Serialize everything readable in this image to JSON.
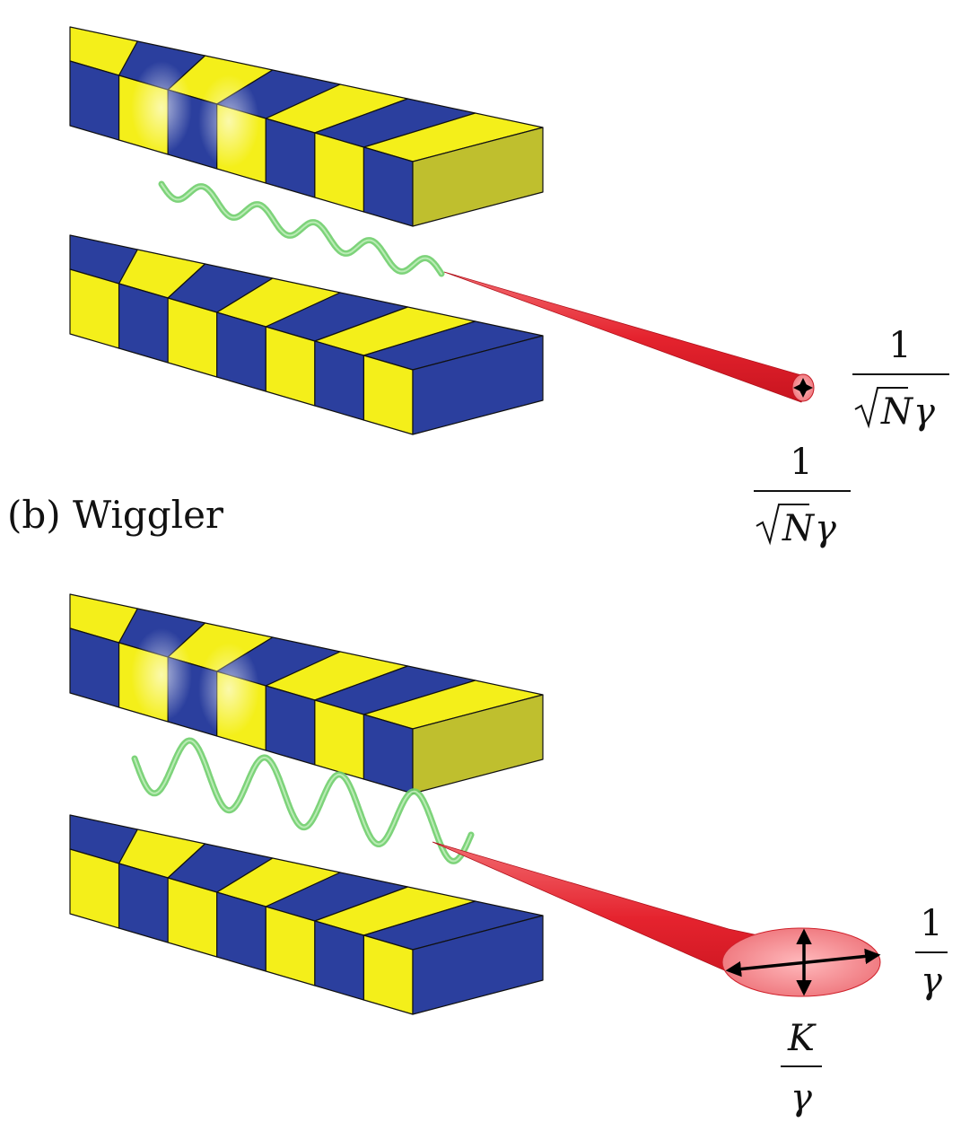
{
  "section_b_label": "(b) Wiggler",
  "undulator": {
    "width_label": {
      "num": "1",
      "radicand": "N",
      "gamma": "γ"
    },
    "height_label": {
      "num": "1",
      "radicand": "N",
      "gamma": "γ"
    }
  },
  "wiggler": {
    "height_label": {
      "num": "1",
      "den": "γ"
    },
    "width_label": {
      "num": "K",
      "den": "γ"
    }
  },
  "colors": {
    "magnet_blue": "#2b3f9e",
    "magnet_yellow": "#f4ef1a",
    "end_face_yellow": "#bfbf2e",
    "electron_path": "#7ed67a",
    "radiation_cone": "#e8303a"
  }
}
